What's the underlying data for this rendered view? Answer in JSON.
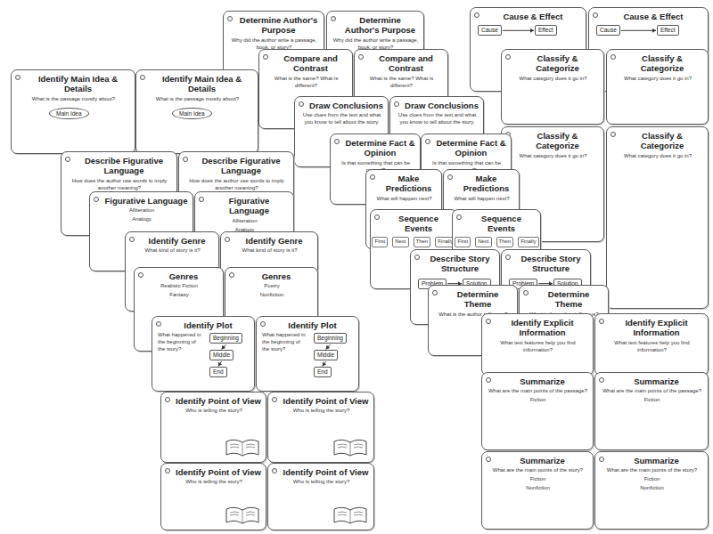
{
  "diagram": {
    "nodes": [
      {
        "text": [
          "Determine Author's Purpose",
          "Why did the author write a passage, book, or story?"
        ]
      },
      {
        "text": [
          "Determine Author's Purpose",
          "Why did the author write a passage, book, or story?"
        ]
      },
      {
        "text": [
          "Cause & Effect"
        ]
      },
      {
        "text": [
          "Cause & Effect"
        ]
      },
      {
        "text": [
          "Identify Main Idea & Details",
          "What is the passage mostly about?"
        ]
      },
      {
        "text": [
          "Identify Main Idea & Details",
          "What is the passage mostly about?"
        ]
      },
      {
        "text": [
          "Compare and Contrast",
          "What is the same? What is different?"
        ]
      },
      {
        "text": [
          "Compare and Contrast",
          "What is the same? What is different?"
        ]
      },
      {
        "text": [
          "Classify & Categorize",
          "What category does it go in?"
        ]
      },
      {
        "text": [
          "Classify & Categorize",
          "What category does it go in?"
        ]
      },
      {
        "text": [
          "Classify & Categorize",
          "What category does it go in?"
        ]
      },
      {
        "text": [
          "Classify & Categorize",
          "What category does it go in?"
        ]
      },
      {
        "text": [
          "Draw Conclusions",
          "Use clues from the text and what you know to tell about the story."
        ]
      },
      {
        "text": [
          "Draw Conclusions",
          "Use clues from the text and what you know to tell about the story."
        ]
      },
      {
        "text": [
          "Determine Fact & Opinion",
          "Is that something that can be proved?"
        ]
      },
      {
        "text": [
          "Determine Fact & Opinion",
          "Is that something that can be proved?"
        ]
      },
      {
        "text": [
          "Describe Figurative Language",
          "How does the author use words to imply another meaning?"
        ]
      },
      {
        "text": [
          "Describe Figurative Language",
          "How does the author use words to imply another meaning?"
        ]
      },
      {
        "text": [
          "Make Predictions",
          "What will happen next?"
        ]
      },
      {
        "text": [
          "Make Predictions",
          "What will happen next?"
        ]
      },
      {
        "text": [
          "Figurative Language",
          "Alliteration",
          "Analogy"
        ]
      },
      {
        "text": [
          "Figurative Language",
          "Alliteration",
          "Analogy"
        ]
      },
      {
        "text": [
          "Sequence Events",
          "First",
          "Next",
          "Then",
          "Finally"
        ]
      },
      {
        "text": [
          "Sequence Events",
          "First",
          "Next",
          "Then",
          "Finally"
        ]
      },
      {
        "text": [
          "Identify Genre",
          "What kind of story is it?"
        ]
      },
      {
        "text": [
          "Identify Genre",
          "What kind of story is it?"
        ]
      },
      {
        "text": [
          "Genres",
          "Realistic Fiction",
          "Fantasy"
        ]
      },
      {
        "text": [
          "Genres",
          "Poetry",
          "Nonfiction"
        ]
      },
      {
        "text": [
          "Describe Story Structure"
        ]
      },
      {
        "text": [
          "Describe Story Structure"
        ]
      },
      {
        "text": [
          "Determine Theme",
          "What is the author telling us?"
        ]
      },
      {
        "text": [
          "Determine Theme",
          "What is the author telling us?"
        ]
      },
      {
        "text": [
          "Identify Plot",
          "What happened in the beginning of the story?"
        ]
      },
      {
        "text": [
          "Identify Plot",
          "What happened in the beginning of the story?"
        ]
      },
      {
        "text": [
          "Identify Explicit Information",
          "What text features help you find information?"
        ]
      },
      {
        "text": [
          "Identify Explicit Information",
          "What text features help you find information?"
        ]
      },
      {
        "text": [
          "Summarize",
          "What are the main points of the passage?",
          "Fiction"
        ]
      },
      {
        "text": [
          "Summarize",
          "What are the main points of the passage?",
          "Fiction"
        ]
      },
      {
        "text": [
          "Identify Point of View",
          "Who is telling the story?"
        ]
      },
      {
        "text": [
          "Identify Point of View",
          "Who is telling the story?"
        ]
      },
      {
        "text": [
          "Summarize",
          "What are the main points of the story?",
          "Fiction",
          "Nonfiction"
        ]
      },
      {
        "text": [
          "Summarize",
          "What are the main points of the story?",
          "Fiction",
          "Nonfiction"
        ]
      },
      {
        "text": [
          "Identify Point of View",
          "Who is telling the story?"
        ]
      },
      {
        "text": [
          "Identify Point of View",
          "Who is telling the story?"
        ]
      },
      {
        "text": [
          "Cause"
        ],
        "in": 2
      },
      {
        "text": [
          "Effect"
        ],
        "in": 2
      },
      {
        "text": [
          "Cause"
        ],
        "in": 3
      },
      {
        "text": [
          "Effect"
        ],
        "in": 3
      },
      {
        "text": [
          "Beginning"
        ],
        "in": 32
      },
      {
        "text": [
          "Middle"
        ],
        "in": 32
      },
      {
        "text": [
          "End"
        ],
        "in": 32
      },
      {
        "text": [
          "Beginning"
        ],
        "in": 33
      },
      {
        "text": [
          "Middle"
        ],
        "in": 33
      },
      {
        "text": [
          "End"
        ],
        "in": 33
      },
      {
        "text": [
          "Problem"
        ],
        "in": 28
      },
      {
        "text": [
          "Solution"
        ],
        "in": 28
      },
      {
        "text": [
          "Problem"
        ],
        "in": 29
      },
      {
        "text": [
          "Solution"
        ],
        "in": 29
      },
      {
        "text": [
          "Main Idea"
        ],
        "in": 4
      },
      {
        "text": [
          "Main Idea"
        ],
        "in": 5
      }
    ],
    "edges": [
      {
        "from": 44,
        "to": 45,
        "arrow": "to"
      },
      {
        "from": 46,
        "to": 47,
        "arrow": "to"
      },
      {
        "from": 48,
        "to": 49,
        "arrow": "to"
      },
      {
        "from": 49,
        "to": 50,
        "arrow": "to"
      },
      {
        "from": 51,
        "to": 52,
        "arrow": "to"
      },
      {
        "from": 52,
        "to": 53,
        "arrow": "to"
      },
      {
        "from": 54,
        "to": 55,
        "arrow": "to"
      },
      {
        "from": 56,
        "to": 57,
        "arrow": "to"
      }
    ]
  }
}
